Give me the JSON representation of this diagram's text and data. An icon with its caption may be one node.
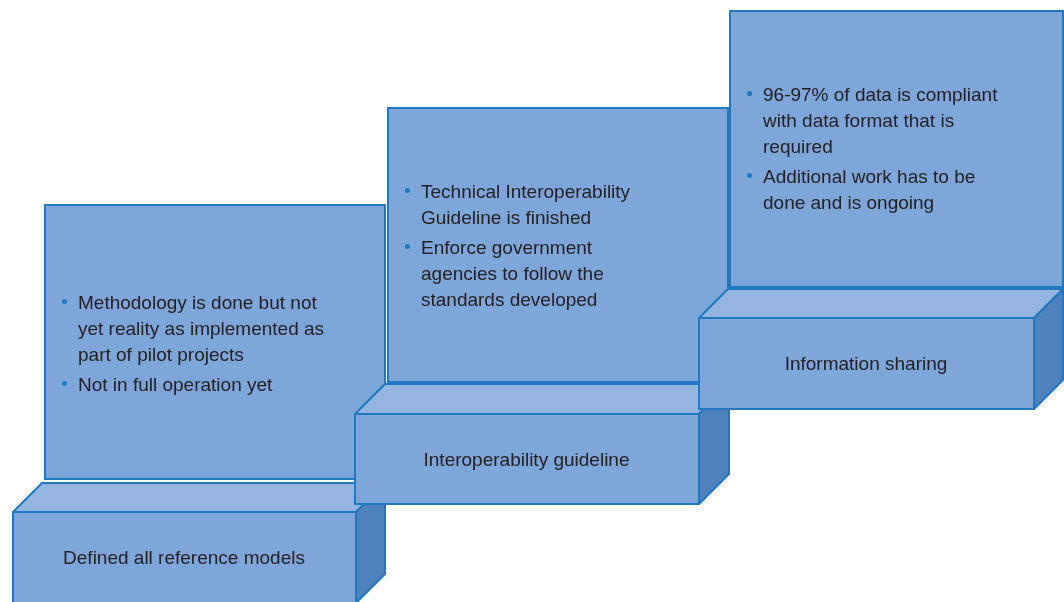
{
  "diagram": {
    "nodes": [
      {
        "text": [
          "Methodology is done but not yet reality as implemented as part of pilot projects",
          "Not in full operation yet"
        ]
      },
      {
        "text": [
          "Defined all reference models"
        ]
      },
      {
        "text": [
          "Technical Interoperability Guideline is finished",
          "Enforce government agencies to follow the standards developed"
        ]
      },
      {
        "text": [
          "Interoperability guideline"
        ]
      },
      {
        "text": [
          "96-97% of data is compliant with data format that is required",
          "Additional work has to be done and is ongoing"
        ]
      },
      {
        "text": [
          "Information sharing"
        ]
      }
    ],
    "edges": []
  }
}
